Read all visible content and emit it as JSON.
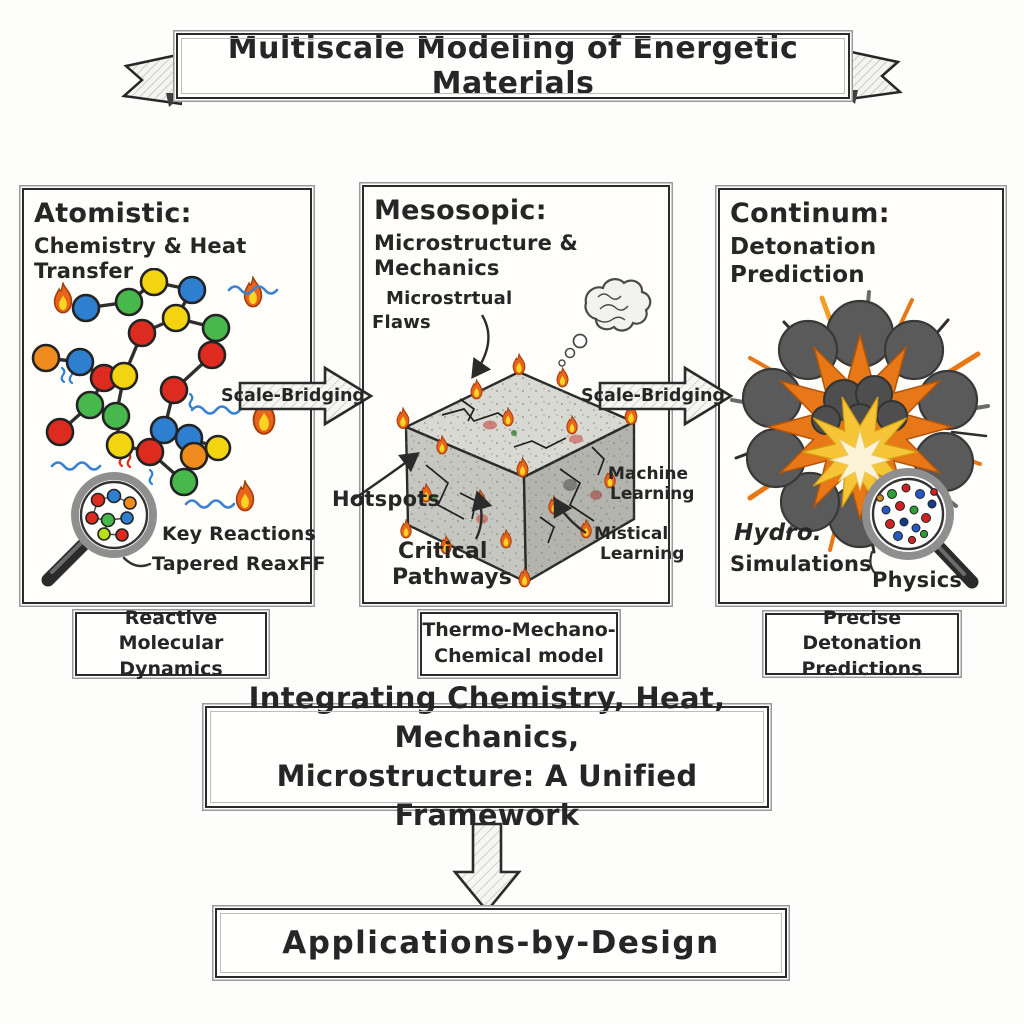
{
  "banner": {
    "title": "Multiscale Modeling of Energetic Materials"
  },
  "arrows": {
    "left_label": "Scale-Bridging",
    "right_label": "Scale-Bridging"
  },
  "panels": {
    "atomistic": {
      "title": "Atomistic:",
      "subtitle": "Chemistry & Heat Transfer",
      "magnifier_label_1": "Key Reactions",
      "magnifier_label_2": "Tapered ReaxFF",
      "caption_line1": "Reactive Molecular",
      "caption_line2": "Dynamics"
    },
    "mesoscopic": {
      "title": "Mesosopic:",
      "subtitle": "Microstructure & Mechanics",
      "label_flaws_1": "Microstrtual",
      "label_flaws_2": "Flaws",
      "label_hotspots": "Hotspots",
      "label_critical_1": "Critical",
      "label_critical_2": "Pathways",
      "label_machine_1": "Machine",
      "label_machine_2": "Learning",
      "label_mistical_1": "Mistical",
      "label_mistical_2": "Learning",
      "caption_line1": "Thermo-Mechano-",
      "caption_line2": "Chemical model"
    },
    "continuum": {
      "title": "Continum:",
      "subtitle": "Detonation Prediction",
      "label_hydro": "Hydro.",
      "label_simulations": "Simulations",
      "label_physics": "Physics",
      "caption_line1": "Precise Detonation",
      "caption_line2": "Predictions"
    }
  },
  "integration": {
    "line1": "Integrating Chemistry, Heat, Mechanics,",
    "line2": "Microstructure: A Unified Framework"
  },
  "applications": {
    "label": "Applications-by-Design"
  },
  "colors": {
    "ink": "#262626",
    "flame_orange": "#e8641a",
    "flame_yellow": "#f9d423",
    "atom_blue": "#2f7fd1",
    "atom_green": "#47b94c",
    "atom_yellow": "#f2d410",
    "atom_red": "#dd2b20",
    "atom_orange": "#f08c1e",
    "wave_blue": "#3b82d0",
    "cube_gray": "#cfcfca",
    "explosion_orange": "#e87817",
    "explosion_yellow": "#f6c437",
    "smoke_gray": "#5a5a5a"
  }
}
